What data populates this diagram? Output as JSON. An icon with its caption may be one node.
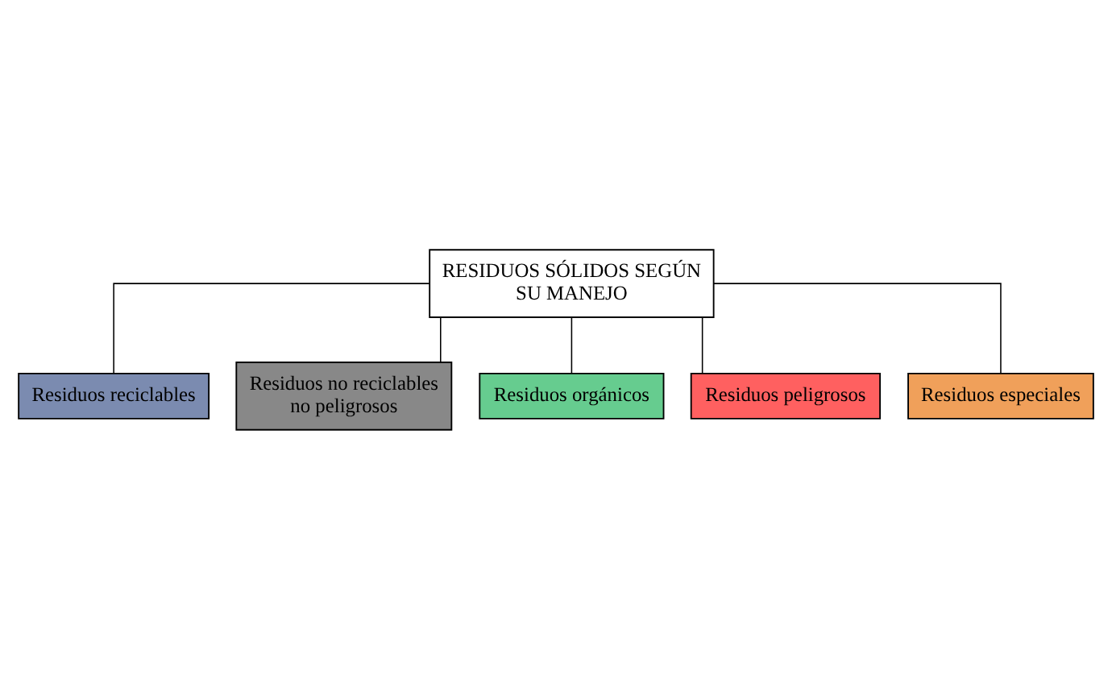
{
  "diagram": {
    "nodes": [
      {
        "text": [
          "RESIDUOS SÓLIDOS SEGÚN SU MANEJO"
        ]
      },
      {
        "text": [
          "Residuos reciclables"
        ]
      },
      {
        "text": [
          "Residuos no reciclables no peligrosos"
        ]
      },
      {
        "text": [
          "Residuos orgánicos"
        ]
      },
      {
        "text": [
          "Residuos peligrosos"
        ]
      },
      {
        "text": [
          "Residuos especiales"
        ]
      }
    ],
    "edges": [
      {
        "from": 0,
        "to": 1,
        "arrow": "none"
      },
      {
        "from": 0,
        "to": 2,
        "arrow": "none"
      },
      {
        "from": 0,
        "to": 3,
        "arrow": "none"
      },
      {
        "from": 0,
        "to": 4,
        "arrow": "none"
      },
      {
        "from": 0,
        "to": 5,
        "arrow": "none"
      }
    ]
  }
}
